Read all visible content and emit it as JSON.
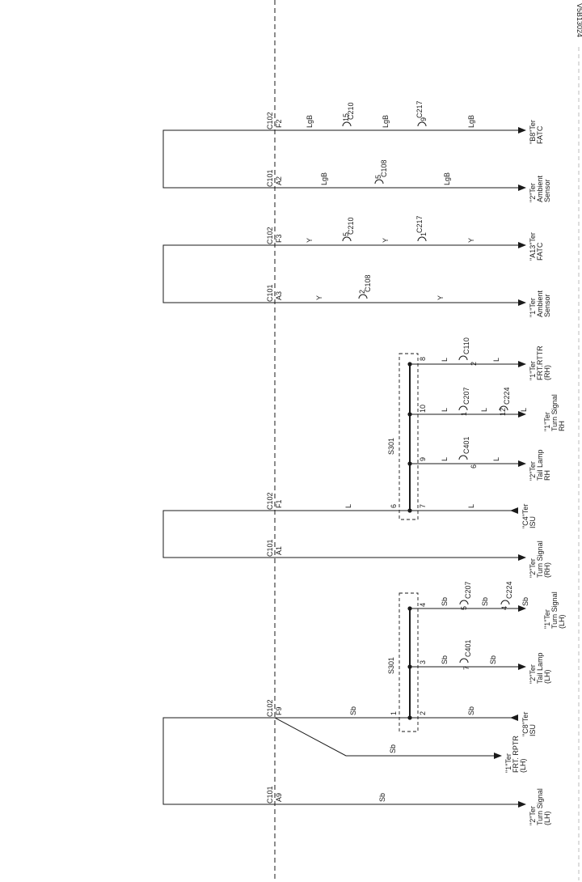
{
  "doc_id": "V5B13024",
  "connectors": {
    "c101": "C101",
    "c102": "C102",
    "c108": "C108",
    "c110": "C110",
    "c207": "C207",
    "c210": "C210",
    "c217": "C217",
    "c224": "C224",
    "c401": "C401"
  },
  "splice_label": "S301",
  "pins": {
    "a1": "A1",
    "a2": "A2",
    "a3": "A3",
    "a9": "A9",
    "f1": "F1",
    "f2": "F2",
    "f3": "F3",
    "f9": "F9"
  },
  "wire_colors": {
    "lgb": "LgB",
    "y": "Y",
    "l": "L",
    "sb": "Sb"
  },
  "inline_pins": {
    "p15": "15",
    "p9": "9",
    "p5": "5",
    "p2": "2",
    "p1": "1",
    "p8": "8",
    "p10": "10",
    "p12": "12",
    "p6": "6",
    "p7": "7",
    "p4": "4",
    "p3": "3"
  },
  "splice_pins": [
    "8",
    "10",
    "9",
    "7",
    "6",
    "4",
    "3",
    "2",
    "1"
  ],
  "terminals": {
    "b8_fatc": [
      "\"B8\"Ter",
      "FATC"
    ],
    "ambient_2": [
      "\"2\"Ter",
      "Ambient",
      "Sensor"
    ],
    "a13_fatc": [
      "\"A13\"Ter",
      "FATC"
    ],
    "ambient_1": [
      "\"1\"Ter",
      "Ambient",
      "Sensor"
    ],
    "frt_rttr_rh": [
      "\"1\"Ter",
      "FRT.RTTR",
      "(RH)"
    ],
    "turn_signal_rh_1": [
      "\"1\"Ter",
      "Turn Signal",
      "RH"
    ],
    "tail_lamp_rh": [
      "\"2\"Ter",
      "Tail Lamp",
      "RH"
    ],
    "c4_isu": [
      "\"C4\"Ter",
      "ISU"
    ],
    "turn_signal_rh_2": [
      "\"2\"Ter",
      "Turn Signal",
      "(RH)"
    ],
    "turn_signal_lh_1": [
      "\"1\"Ter",
      "Turn Signal",
      "(LH)"
    ],
    "tail_lamp_lh": [
      "\"2\"Ter",
      "Tail Lamp",
      "(LH)"
    ],
    "c8_isu": [
      "\"C8\"Ter",
      "ISU"
    ],
    "frt_rptr_lh": [
      "\"1\"Ter",
      "FRT. RPTR",
      "(LH)"
    ],
    "turn_signal_lh_2": [
      "\"2\"Ter",
      "Turn Signal",
      "(LH)"
    ]
  }
}
